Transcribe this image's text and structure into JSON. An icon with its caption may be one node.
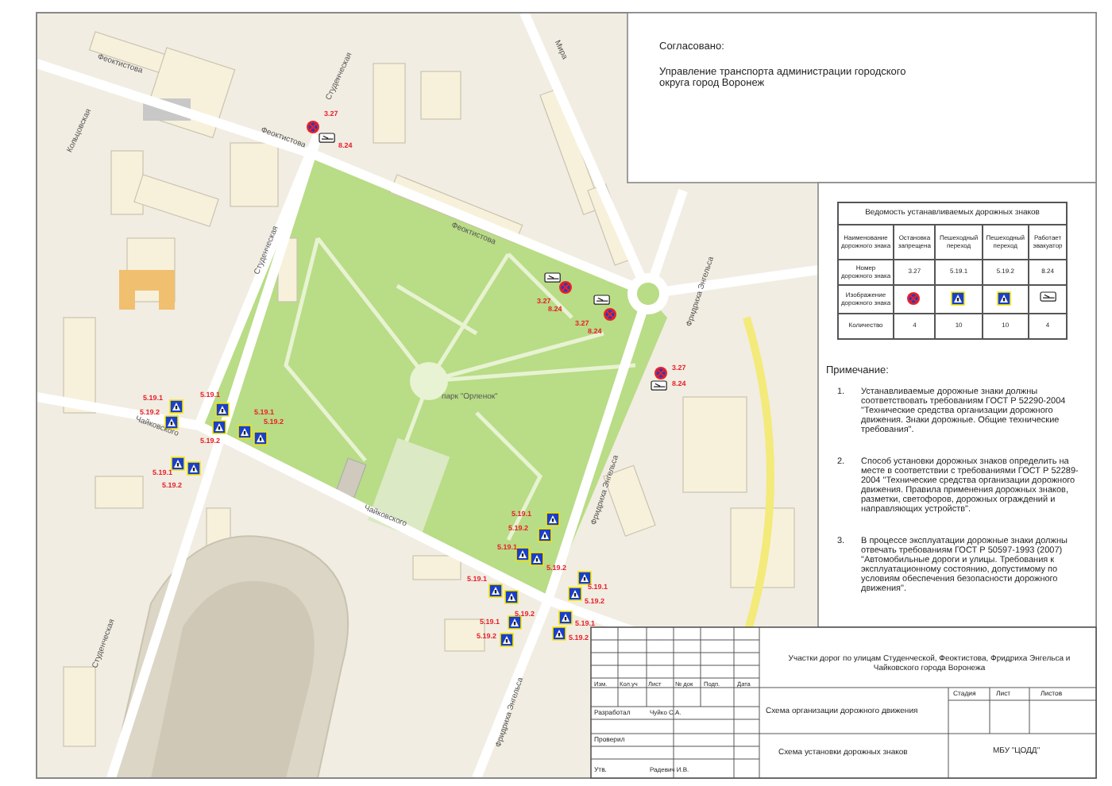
{
  "diagram": {
    "labels": [
      "Согласовано:",
      "Управление транспорта администрации городского округа город Воронеж",
      "Ведомость устанавливаемых дорожных знаков",
      "Наименование дорожного знака",
      "Остановка запрещена",
      "Пешеходный переход",
      "Пешеходный переход",
      "Работает эвакуатор",
      "Номер дорожного знака",
      "3.27",
      "5.19.1",
      "5.19.2",
      "8.24",
      "Изображение дорожного знака",
      "Количество",
      "4",
      "10",
      "10",
      "4",
      "Примечание:",
      "1.",
      "Устанавливаемые дорожные знаки должны соответствовать требованиям ГОСТ Р 52290-2004 \"Технические средства организации дорожного движения. Знаки дорожные. Общие технические требования\".",
      "2.",
      "Способ установки дорожных знаков определить на месте в соответствии с требованиями ГОСТ Р 52289-2004 \"Технические средства организации дорожного движения. Правила применения дорожных знаков, разметки, светофоров, дорожных ограждений и направляющих устройств\".",
      "3.",
      "В процессе эксплуатации дорожные знаки должны отвечать требованиям ГОСТ Р 50597-1993 (2007) \"Автомобильные дороги и улицы. Требования к эксплуатационному состоянию, допустимому по условиям обеспечения безопасности дорожного движения\".",
      "Изм.",
      "Кол.уч",
      "Лист",
      "№ док",
      "Подп.",
      "Дата",
      "Разработал",
      "Чуйко С.А.",
      "Проверил",
      "Утв.",
      "Радевич И.В.",
      "Участки дорог по улицам Студенческой, Феоктистова, Фридриха Энгельса и Чайковского города Воронежа",
      "Схема организации дорожного движения",
      "Стадия",
      "Лист",
      "Листов",
      "Схема установки дорожных знаков",
      "МБУ \"ЦОДД\"",
      "Феоктистова",
      "Кольцовская",
      "Студенческая",
      "Феоктистова",
      "Феоктистова",
      "Мира",
      "Студенческая",
      "парк \"Орленок\"",
      "Фридриха Энгельса",
      "Чайковского",
      "Студенческая",
      "Чайковского",
      "Фридриха Энгельса",
      "Фридриха Энгельса",
      "3.27",
      "8.24",
      "3.27",
      "8.24",
      "3.27",
      "8.24",
      "3.27",
      "8.24",
      "5.19.1",
      "5.19.2",
      "5.19.1",
      "5.19.2",
      "5.19.1",
      "5.19.2",
      "5.19.1",
      "5.19.2",
      "5.19.1",
      "5.19.2",
      "5.19.1",
      "5.19.2",
      "5.19.1",
      "5.19.2",
      "5.19.1",
      "5.19.2",
      "5.19.1",
      "5.19.2",
      "5.19.1",
      "5.19.2"
    ]
  }
}
